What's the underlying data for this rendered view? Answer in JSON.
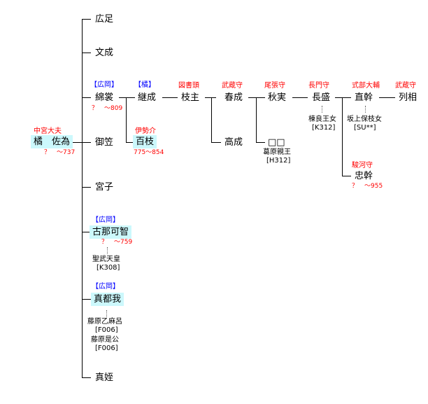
{
  "root": {
    "name": "橘　佐為",
    "title": "中宮大夫",
    "dates": "？　～737"
  },
  "children": {
    "hirotari": "広足",
    "fuminari": "文成",
    "watamo": {
      "name": "綿裳",
      "tag": "【広岡】",
      "dates": "？　～809"
    },
    "mikasa": "御笠",
    "miyako": "宮子",
    "konakachi": {
      "name": "古那可智",
      "tag": "【広岡】",
      "dates": "？　～759",
      "spouse": "聖武天皇",
      "spouse_code": "[K308]"
    },
    "matsuga": {
      "name": "真都我",
      "tag": "【広岡】",
      "spouse1": "藤原乙麻呂",
      "spouse1_code": "[F006]",
      "spouse2": "藤原是公",
      "spouse2_code": "[F006]"
    },
    "mamei": "真姪"
  },
  "tsuginari": {
    "name": "継成",
    "tag": "【橘】"
  },
  "momoe": {
    "name": "百枝",
    "title": "伊勢介",
    "dates": "775～854"
  },
  "edanushi": {
    "name": "枝主",
    "title": "図書頭"
  },
  "harunari": {
    "name": "春成",
    "title": "武蔵守"
  },
  "takanari": {
    "name": "高成"
  },
  "akizane": {
    "name": "秋実",
    "title": "尾張守"
  },
  "unknown": {
    "name": "□□",
    "parent": "葛原親王",
    "parent_code": "[H312]"
  },
  "nagamori": {
    "name": "長盛",
    "title": "長門守",
    "spouse": "棟良王女",
    "spouse_code": "[K312]"
  },
  "naomoto": {
    "name": "直幹",
    "title": "式部大輔",
    "spouse": "坂上保枝女",
    "spouse_code": "[SU**]"
  },
  "tadamoto": {
    "name": "忠幹",
    "title": "駿河守",
    "dates": "？　～955"
  },
  "resso": {
    "name": "列相",
    "title": "武蔵守"
  }
}
